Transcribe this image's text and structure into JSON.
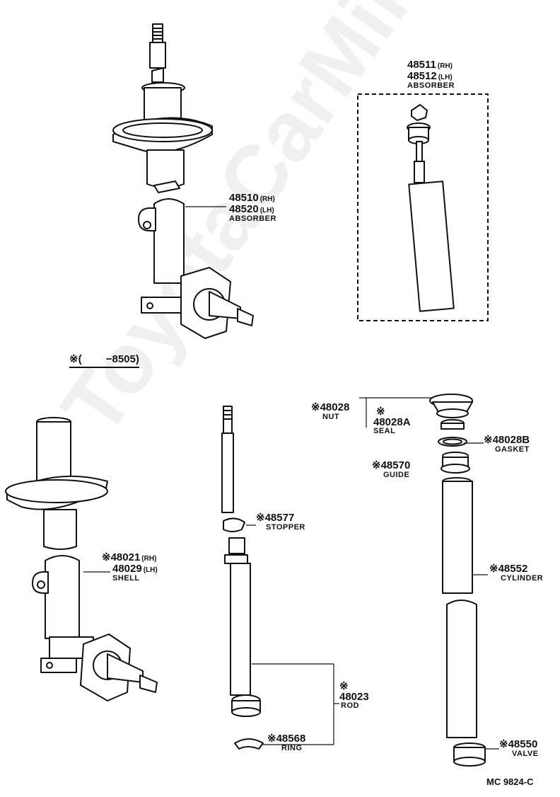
{
  "watermark": "ToyotaCarMine.ru",
  "asterisk": "※",
  "parts": {
    "strut_assembly_upper": {
      "num_rh": "48510",
      "side_rh": "(RH)",
      "num_lh": "48520",
      "side_lh": "(LH)",
      "name": "ABSORBER"
    },
    "insert_absorber": {
      "num_rh": "48511",
      "side_rh": "(RH)",
      "num_lh": "48512",
      "side_lh": "(LH)",
      "name": "ABSORBER"
    },
    "date_note": "※(　　 −8505)",
    "shell": {
      "num_rh": "48021",
      "side_rh": "(RH)",
      "num_lh": "48029",
      "side_lh": "(LH)",
      "name": "SHELL"
    },
    "nut": {
      "num": "48028",
      "name": "NUT"
    },
    "seal": {
      "num": "48028A",
      "name": "SEAL"
    },
    "gasket": {
      "num": "48028B",
      "name": "GASKET"
    },
    "guide": {
      "num": "48570",
      "name": "GUIDE"
    },
    "stopper": {
      "num": "48577",
      "name": "STOPPER"
    },
    "cylinder": {
      "num": "48552",
      "name": "CYLINDER"
    },
    "rod": {
      "num": "48023",
      "name": "ROD"
    },
    "ring": {
      "num": "48568",
      "name": "RING"
    },
    "valve": {
      "num": "48550",
      "name": "VALVE"
    }
  },
  "diagram_code": "MC  9824-C"
}
